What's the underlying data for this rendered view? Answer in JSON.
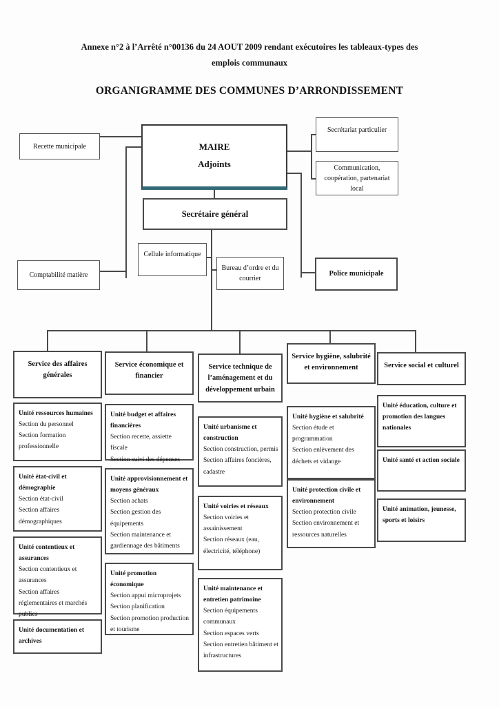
{
  "page": {
    "annexe_title": "Annexe n°2 à l’Arrêté n°00136 du 24 AOUT 2009 rendant exécutoires les tableaux-types des emplois communaux",
    "main_title": "ORGANIGRAMME DES COMMUNES D’ARRONDISSEMENT"
  },
  "colors": {
    "maire_underline_teal": "#336a78",
    "box_border": "#4a4a4a",
    "background": "#fdfdfd"
  },
  "top_boxes": {
    "recette_municipale": "Recette municipale",
    "maire_line1": "MAIRE",
    "maire_line2": "Adjoints",
    "secretariat_particulier": "Secrétariat particulier",
    "communication": "Communication, coopération, partenariat local",
    "secretaire_general": "Secrétaire général",
    "cellule_informatique": "Cellule informatique",
    "bureau_ordre": "Bureau d’ordre et du courrier",
    "police_municipale": "Police municipale",
    "comptabilite_matiere": "Comptabilité matière"
  },
  "columns": [
    {
      "service": "Service des affaires générales",
      "units": [
        {
          "title": "Unité ressources humaines",
          "sections": [
            "Section du personnel",
            "Section formation professionnelle"
          ]
        },
        {
          "title": "Unité état-civil et démographie",
          "sections": [
            "Section état-civil",
            "Section affaires démographiques"
          ]
        },
        {
          "title": "Unité contentieux et assurances",
          "sections": [
            "Section contentieux et assurances",
            "Section affaires réglementaires et marchés publics"
          ]
        },
        {
          "title": "Unité documentation et archives",
          "sections": []
        }
      ]
    },
    {
      "service": "Service économique et financier",
      "units": [
        {
          "title": "Unité budget et affaires financières",
          "sections": [
            "Section recette, assiette fiscale",
            "Section suivi des dépenses"
          ]
        },
        {
          "title": "Unité approvisionnement et moyens généraux",
          "sections": [
            "Section achats",
            "Section gestion des équipements",
            "Section maintenance et gardiennage des bâtiments"
          ]
        },
        {
          "title": "Unité promotion économique",
          "sections": [
            "Section appui microprojets",
            "Section planification",
            "Section promotion production et tourisme"
          ]
        }
      ]
    },
    {
      "service": "Service technique de l’aménagement et du développement urbain",
      "units": [
        {
          "title": "Unité urbanisme et construction",
          "sections": [
            "Section construction, permis",
            "Section affaires foncières, cadastre"
          ]
        },
        {
          "title": "Unité voiries et réseaux",
          "sections": [
            "Section voiries et assainissement",
            "Section réseaux (eau, électricité, téléphone)"
          ]
        },
        {
          "title": "Unité maintenance et entretien patrimoine",
          "sections": [
            "Section équipements communaux",
            "Section espaces verts",
            "Section entretien bâtiment et infrastructures"
          ]
        }
      ]
    },
    {
      "service": "Service hygiène, salubrité et environnement",
      "units": [
        {
          "title": "Unité hygiène et salubrité",
          "sections": [
            "Section étude et programmation",
            "Section enlèvement des déchets et vidange"
          ]
        },
        {
          "title": "Unité protection civile et environnement",
          "sections": [
            "Section protection civile",
            "Section environnement et ressources naturelles"
          ]
        }
      ]
    },
    {
      "service": "Service social et culturel",
      "units": [
        {
          "title": "Unité éducation, culture et promotion des langues nationales",
          "sections": []
        },
        {
          "title": "Unité santé et action sociale",
          "sections": []
        },
        {
          "title": "Unité animation, jeunesse, sports et loisirs",
          "sections": []
        }
      ]
    }
  ]
}
